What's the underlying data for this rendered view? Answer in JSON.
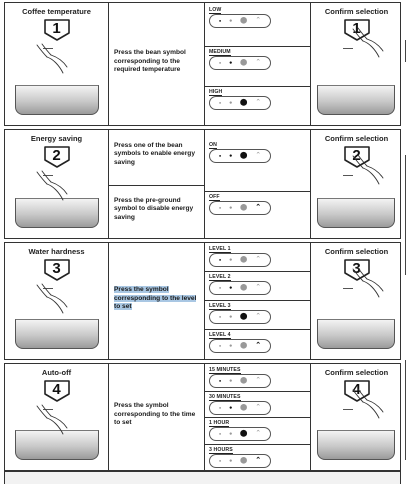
{
  "sections": [
    {
      "title": "Coffee temperature",
      "step": "1",
      "confirm_title": "Confirm selection",
      "rows": [
        {
          "instruction": "Press the bean symbol corresponding to the required temperature",
          "highlight": false
        }
      ],
      "options": [
        {
          "label": "LOW",
          "active": 0
        },
        {
          "label": "MEDIUM",
          "active": 1
        },
        {
          "label": "HIGH",
          "active": 2
        }
      ]
    },
    {
      "title": "Energy saving",
      "step": "2",
      "confirm_title": "Confirm selection",
      "rows": [
        {
          "instruction": "Press one of the bean symbols to enable energy saving",
          "highlight": false
        },
        {
          "instruction": "Press the pre-ground symbol to disable energy saving",
          "highlight": false
        }
      ],
      "options": [
        {
          "label": "ON",
          "active": "beans"
        },
        {
          "label": "OFF",
          "active": 3
        }
      ]
    },
    {
      "title": "Water hardness",
      "step": "3",
      "confirm_title": "Confirm selection",
      "rows": [
        {
          "instruction": "Press the symbol corresponding to the level to set",
          "highlight": true
        }
      ],
      "options": [
        {
          "label": "LEVEL 1",
          "active": 0
        },
        {
          "label": "LEVEL 2",
          "active": 1
        },
        {
          "label": "LEVEL 3",
          "active": 2
        },
        {
          "label": "LEVEL 4",
          "active": 3
        }
      ]
    },
    {
      "title": "Auto-off",
      "step": "4",
      "confirm_title": "Confirm selection",
      "rows": [
        {
          "instruction": "Press the symbol corresponding to the time to set",
          "highlight": false
        }
      ],
      "options": [
        {
          "label": "15 MINUTES",
          "active": 0
        },
        {
          "label": "30 MINUTES",
          "active": 1
        },
        {
          "label": "1 HOUR",
          "active": 2
        },
        {
          "label": "3 HOURS",
          "active": 3
        }
      ]
    }
  ],
  "icons": {
    "bean": "coffee-bean-icon",
    "preground": "pre-ground-coffee-icon",
    "hand": "pressing-hand-icon",
    "tray": "drip-tray-icon"
  },
  "colors": {
    "highlight": "#a9c7e3",
    "line": "#333333"
  }
}
